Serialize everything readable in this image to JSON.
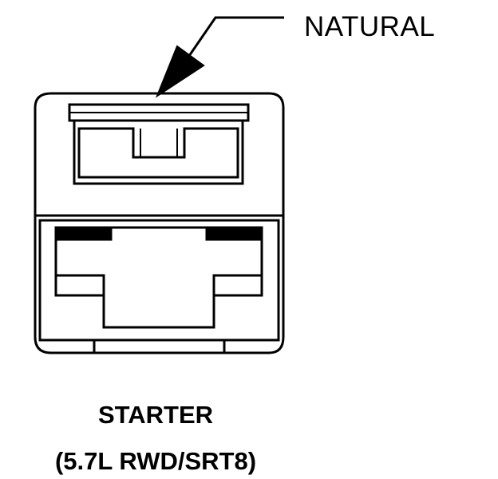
{
  "callout": {
    "label": "NATURAL"
  },
  "caption": {
    "line1": "STARTER",
    "line2": "(5.7L RWD/SRT8)"
  },
  "colors": {
    "ink": "#000000",
    "paper": "#ffffff"
  }
}
